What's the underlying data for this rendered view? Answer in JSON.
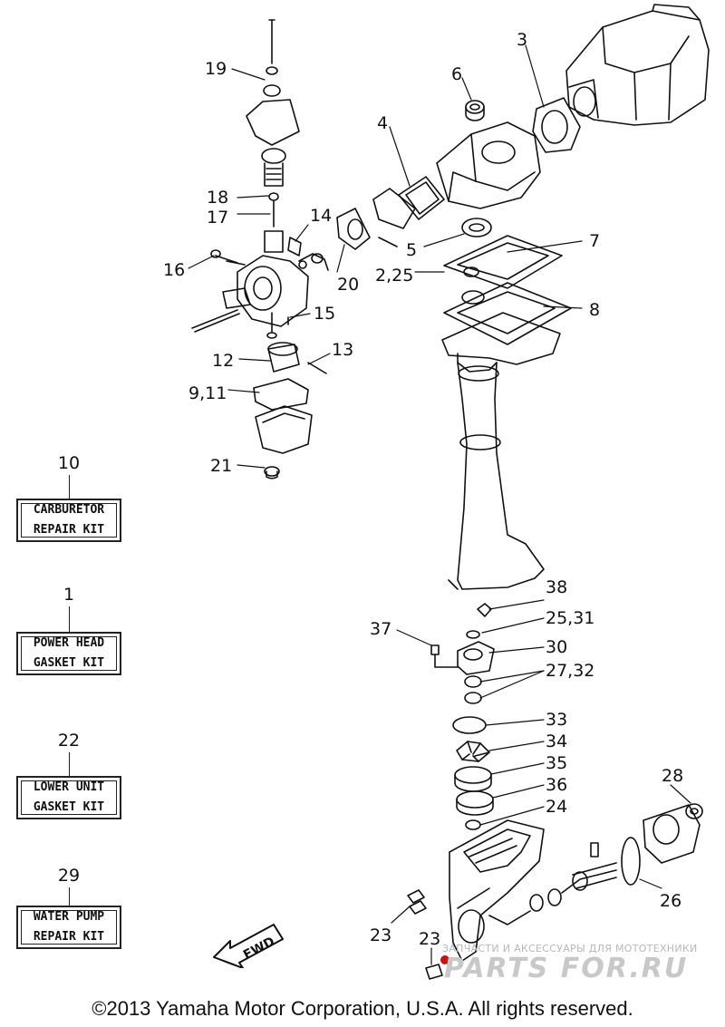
{
  "callouts": [
    {
      "id": "c1",
      "label": "19"
    },
    {
      "id": "c2",
      "label": "6"
    },
    {
      "id": "c3",
      "label": "3"
    },
    {
      "id": "c4",
      "label": "4"
    },
    {
      "id": "c5",
      "label": "18"
    },
    {
      "id": "c6",
      "label": "17"
    },
    {
      "id": "c7",
      "label": "14"
    },
    {
      "id": "c8",
      "label": "5"
    },
    {
      "id": "c9",
      "label": "7"
    },
    {
      "id": "c10",
      "label": "2,25"
    },
    {
      "id": "c11",
      "label": "16"
    },
    {
      "id": "c12",
      "label": "20"
    },
    {
      "id": "c13",
      "label": "8"
    },
    {
      "id": "c14",
      "label": "15"
    },
    {
      "id": "c15",
      "label": "12"
    },
    {
      "id": "c16",
      "label": "13"
    },
    {
      "id": "c17",
      "label": "9,11"
    },
    {
      "id": "c18",
      "label": "21"
    },
    {
      "id": "c19",
      "label": "38"
    },
    {
      "id": "c20",
      "label": "25,31"
    },
    {
      "id": "c21",
      "label": "37"
    },
    {
      "id": "c22",
      "label": "30"
    },
    {
      "id": "c23",
      "label": "27,32"
    },
    {
      "id": "c24",
      "label": "33"
    },
    {
      "id": "c25",
      "label": "34"
    },
    {
      "id": "c26",
      "label": "35"
    },
    {
      "id": "c27",
      "label": "36"
    },
    {
      "id": "c28",
      "label": "24"
    },
    {
      "id": "c29",
      "label": "28"
    },
    {
      "id": "c30",
      "label": "26"
    },
    {
      "id": "c31",
      "label": "23"
    },
    {
      "id": "c32",
      "label": "23"
    }
  ],
  "kits": [
    {
      "number": "10",
      "line1": "CARBURETOR",
      "line2": "REPAIR KIT"
    },
    {
      "number": "1",
      "line1": "POWER HEAD",
      "line2": "GASKET KIT"
    },
    {
      "number": "22",
      "line1": "LOWER UNIT",
      "line2": "GASKET KIT"
    },
    {
      "number": "29",
      "line1": "WATER PUMP",
      "line2": "REPAIR KIT"
    }
  ],
  "fwd_label": "FWD",
  "copyright": "©2013 Yamaha Motor Corporation, U.S.A. All rights reserved.",
  "watermark": {
    "tagline": "ЗАПЧАСТИ И АКСЕССУАРЫ ДЛЯ МОТОТЕХНИКИ",
    "logo": "PARTS FOR.RU"
  },
  "colors": {
    "ink": "#111111",
    "watermark": "#b5b5b5",
    "accent": "#cc1111"
  }
}
